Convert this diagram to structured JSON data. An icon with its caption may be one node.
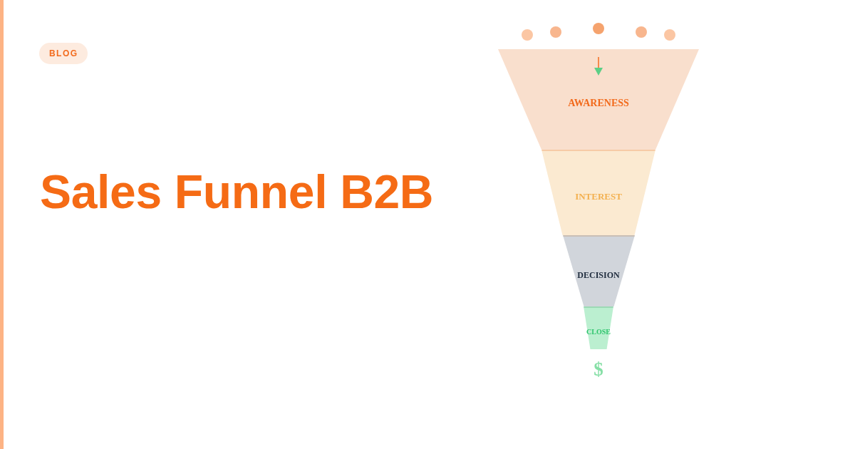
{
  "diagram": {
    "title": "Sales Funnel B2B",
    "nodes": [
      {
        "text": [
          "AWARENESS"
        ]
      },
      {
        "text": [
          "INTEREST"
        ]
      },
      {
        "text": [
          "DECISION"
        ]
      },
      {
        "text": [
          "CLOSE"
        ]
      }
    ],
    "labels": [
      "BLOG",
      "$"
    ]
  }
}
